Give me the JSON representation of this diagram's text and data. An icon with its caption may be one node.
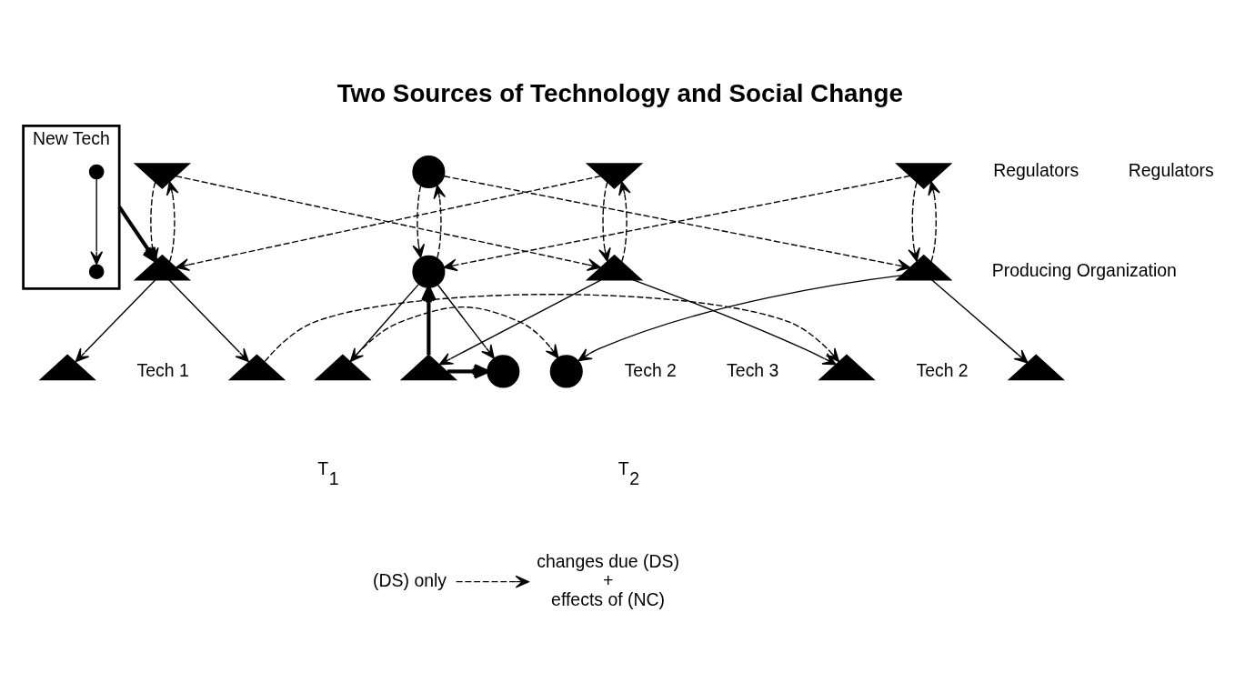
{
  "diagram": {
    "title": "Two Sources of Technology and Social Change",
    "nodes": [
      {
        "text": [
          "New Tech"
        ]
      },
      {
        "text": [],
        "shape": "circle",
        "in": 0
      },
      {
        "text": [],
        "shape": "circle",
        "in": 0
      },
      {
        "text": [],
        "shape": "invtriangle"
      },
      {
        "text": [],
        "shape": "triangle"
      },
      {
        "text": [],
        "shape": "triangle"
      },
      {
        "text": [],
        "shape": "triangle"
      },
      {
        "text": [],
        "shape": "invtriangle"
      },
      {
        "text": [],
        "shape": "triangle"
      },
      {
        "text": [],
        "shape": "triangle"
      },
      {
        "text": [],
        "shape": "triangle"
      },
      {
        "text": [],
        "shape": "circle"
      },
      {
        "text": [],
        "shape": "circle"
      },
      {
        "text": [],
        "shape": "circle"
      },
      {
        "text": [],
        "shape": "triangle"
      },
      {
        "text": [],
        "shape": "invtriangle"
      },
      {
        "text": [],
        "shape": "triangle"
      },
      {
        "text": [],
        "shape": "circle"
      },
      {
        "text": [],
        "shape": "triangle"
      },
      {
        "text": [
          "(DS) only"
        ]
      },
      {
        "text": [
          "changes due (DS)",
          "+",
          "effects of (NC)"
        ]
      }
    ],
    "edges": [
      {
        "from": 1,
        "to": 2,
        "arrow": "to"
      },
      {
        "from": 0,
        "to": 4,
        "arrow": "to",
        "style": "thick"
      },
      {
        "from": 4,
        "to": 3,
        "arrow": "to",
        "style": "dashed"
      },
      {
        "from": 3,
        "to": 4,
        "arrow": "to",
        "style": "dashed"
      },
      {
        "from": 3,
        "to": 8,
        "arrow": "to",
        "style": "dashed"
      },
      {
        "from": 7,
        "to": 4,
        "arrow": "to",
        "style": "dashed"
      },
      {
        "from": 7,
        "to": 8,
        "arrow": "to",
        "style": "dashed"
      },
      {
        "from": 8,
        "to": 7,
        "arrow": "to",
        "style": "dashed"
      },
      {
        "from": 4,
        "to": 5,
        "arrow": "to"
      },
      {
        "from": 4,
        "to": 6,
        "arrow": "to"
      },
      {
        "from": 6,
        "to": 9,
        "arrow": "to",
        "style": "dashed"
      },
      {
        "from": 8,
        "to": 9,
        "arrow": "to"
      },
      {
        "from": 8,
        "to": 10,
        "arrow": "to"
      },
      {
        "from": 10,
        "to": 12,
        "arrow": "to",
        "style": "thick"
      },
      {
        "from": 10,
        "to": 13,
        "arrow": "to",
        "style": "thick"
      },
      {
        "from": 11,
        "to": 12,
        "arrow": "to",
        "style": "dashed"
      },
      {
        "from": 12,
        "to": 11,
        "arrow": "to",
        "style": "dashed"
      },
      {
        "from": 11,
        "to": 16,
        "arrow": "to",
        "style": "dashed"
      },
      {
        "from": 15,
        "to": 12,
        "arrow": "to",
        "style": "dashed"
      },
      {
        "from": 15,
        "to": 16,
        "arrow": "to",
        "style": "dashed"
      },
      {
        "from": 16,
        "to": 15,
        "arrow": "to",
        "style": "dashed"
      },
      {
        "from": 12,
        "to": 13,
        "arrow": "to"
      },
      {
        "from": 12,
        "to": 14,
        "arrow": "to"
      },
      {
        "from": 14,
        "to": 17,
        "arrow": "to",
        "style": "dashed"
      },
      {
        "from": 16,
        "to": 17,
        "arrow": "to"
      },
      {
        "from": 16,
        "to": 18,
        "arrow": "to"
      },
      {
        "from": 19,
        "to": 20,
        "arrow": "to",
        "style": "dashed"
      }
    ],
    "labels": [
      "Regulators",
      "Regulators",
      "Producing Organization",
      "Tech 1",
      "Tech 2",
      "Tech 3",
      "Tech 2",
      "T$_{1}$",
      "T$_{2}$"
    ]
  }
}
